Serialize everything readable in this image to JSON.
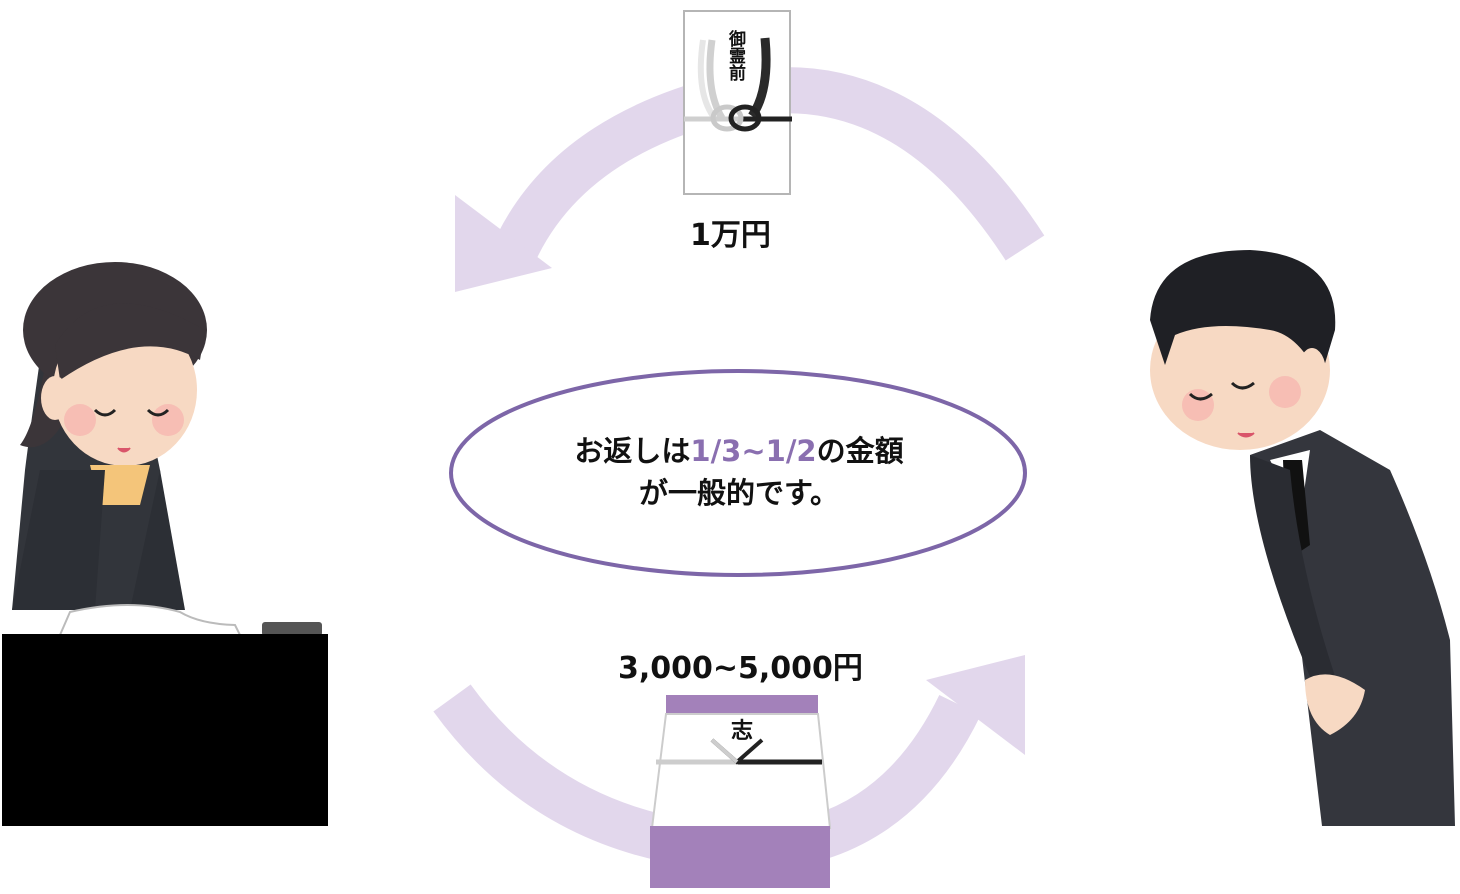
{
  "envelope": {
    "inscription": "御霊前"
  },
  "gift_box": {
    "inscription": "志"
  },
  "amounts": {
    "given": "1万円",
    "returned": "3,000~5,000円"
  },
  "message": {
    "prefix": "お返しは",
    "highlight": "1/3~1/2",
    "suffix": "の金額",
    "line2": "が一般的です。"
  },
  "colors": {
    "arrow": "#e2d7ec",
    "oval": "#7d66a8",
    "accent": "#8a6fb0",
    "box_purple": "#a381ba"
  }
}
